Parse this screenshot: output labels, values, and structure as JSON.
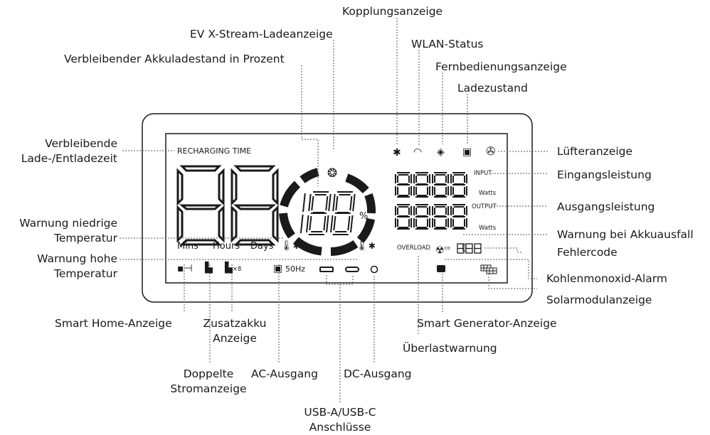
{
  "callouts": {
    "kopplung": "Kopplungsanzeige",
    "ev_xstream": "EV X-Stream-Ladeanzeige",
    "wlan": "WLAN-Status",
    "akku_prozent": "Verbleibender Akkuladestand in Prozent",
    "fernbedienung": "Fernbedienungsanzeige",
    "ladezustand": "Ladezustand",
    "ladezeit_1": "Verbleibende",
    "ladezeit_2": "Lade-/Entladezeit",
    "luefter": "Lüfteranzeige",
    "eingang": "Eingangsleistung",
    "ausgang": "Ausgangsleistung",
    "niedrig_1": "Warnung niedrige",
    "niedrig_2": "Temperatur",
    "akkuausfall": "Warnung bei Akkuausfall",
    "hoch_1": "Warnung hohe",
    "hoch_2": "Temperatur",
    "fehlercode": "Fehlercode",
    "co_alarm": "Kohlenmonoxid-Alarm",
    "solar": "Solarmodulanzeige",
    "smart_home": "Smart Home-Anzeige",
    "zusatz_1": "Zusatzakku",
    "zusatz_2": "Anzeige",
    "smart_gen": "Smart Generator-Anzeige",
    "ueberlast": "Überlastwarnung",
    "doppelt_1": "Doppelte",
    "doppelt_2": "Stromanzeige",
    "ac": "AC-Ausgang",
    "dc": "DC-Ausgang",
    "usb_1": "USB-A/USB-C",
    "usb_2": "Anschlüsse"
  },
  "display": {
    "recharging_time": "RECHARGING TIME",
    "mins": "Mins",
    "hours": "Hours",
    "days": "Days",
    "percent_sign": "%",
    "input": "INPUT",
    "output": "OUTPUT",
    "watts_1": "Watts",
    "watts_2": "Watts",
    "overload": "OVERLOAD",
    "hz": "50Hz",
    "times8": "×8",
    "co_label": "co",
    "icons": {
      "bluetooth": "bluetooth-icon",
      "wifi": "wifi-icon",
      "remote": "remote-icon",
      "charging": "charging-icon",
      "fan": "fan-icon",
      "ev": "ev-xstream-icon",
      "low_temp": "low-temp-icon",
      "high_temp": "high-temp-icon",
      "smart_home": "smart-home-icon",
      "dual_power": "dual-power-icon",
      "extra_battery": "extra-battery-icon",
      "ac": "ac-outlet-icon",
      "usb_a": "usb-a-icon",
      "usb_c": "usb-c-icon",
      "dc": "dc-port-icon",
      "co": "co-alarm-icon",
      "battery_fail": "battery-fail-icon",
      "generator": "generator-icon",
      "solar": "solar-panel-icon"
    }
  }
}
